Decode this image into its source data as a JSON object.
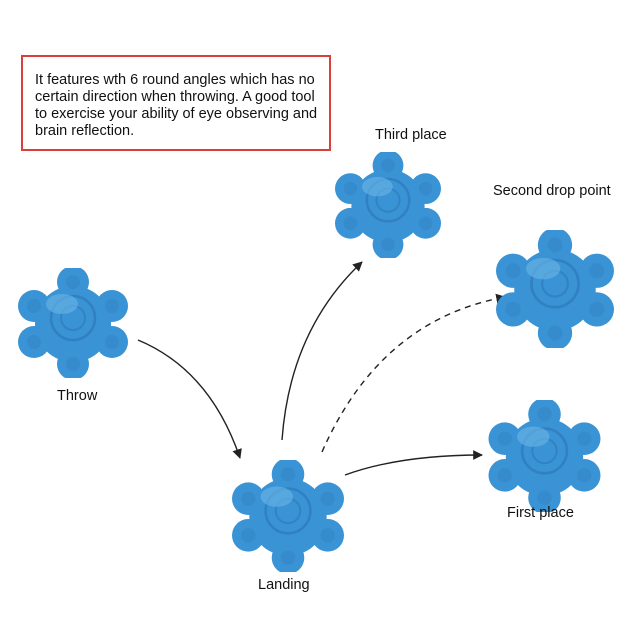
{
  "description_box": {
    "text": "It features wth 6 round angles which has no certain direction when throwing. A good tool to exercise your ability of eye observing and brain reflection."
  },
  "labels": {
    "throw": "Throw",
    "landing": "Landing",
    "third_place": "Third place",
    "second_drop_point": "Second drop point",
    "first_place": "First place"
  },
  "colors": {
    "ball_fill": "#3a93d4",
    "ball_highlight": "#6cb6e8",
    "ball_shadow": "#2a73b3",
    "callout_border": "#d9403a",
    "arrow": "#222222"
  },
  "arrows": [
    {
      "from": "throw",
      "to": "landing",
      "style": "solid"
    },
    {
      "from": "landing",
      "to": "third_place",
      "style": "solid"
    },
    {
      "from": "landing",
      "to": "second_drop_point",
      "style": "dashed"
    },
    {
      "from": "landing",
      "to": "first_place",
      "style": "solid"
    }
  ]
}
